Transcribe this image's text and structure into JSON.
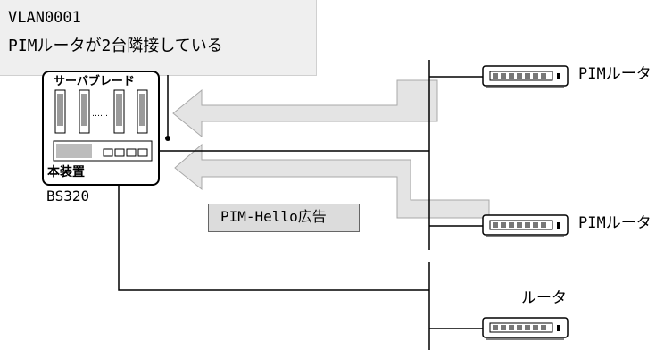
{
  "callout": {
    "line1": "VLAN0001",
    "line2": "PIMルータが2台隣接している"
  },
  "device": {
    "chassis_label": "サーバブレード",
    "blade_dots": "……",
    "device_label": "本装置",
    "model": "BS320"
  },
  "advert": {
    "label": "PIM-Hello広告"
  },
  "routers": [
    {
      "label": "PIMルータ"
    },
    {
      "label": "PIMルータ"
    },
    {
      "label": "ルータ"
    }
  ]
}
